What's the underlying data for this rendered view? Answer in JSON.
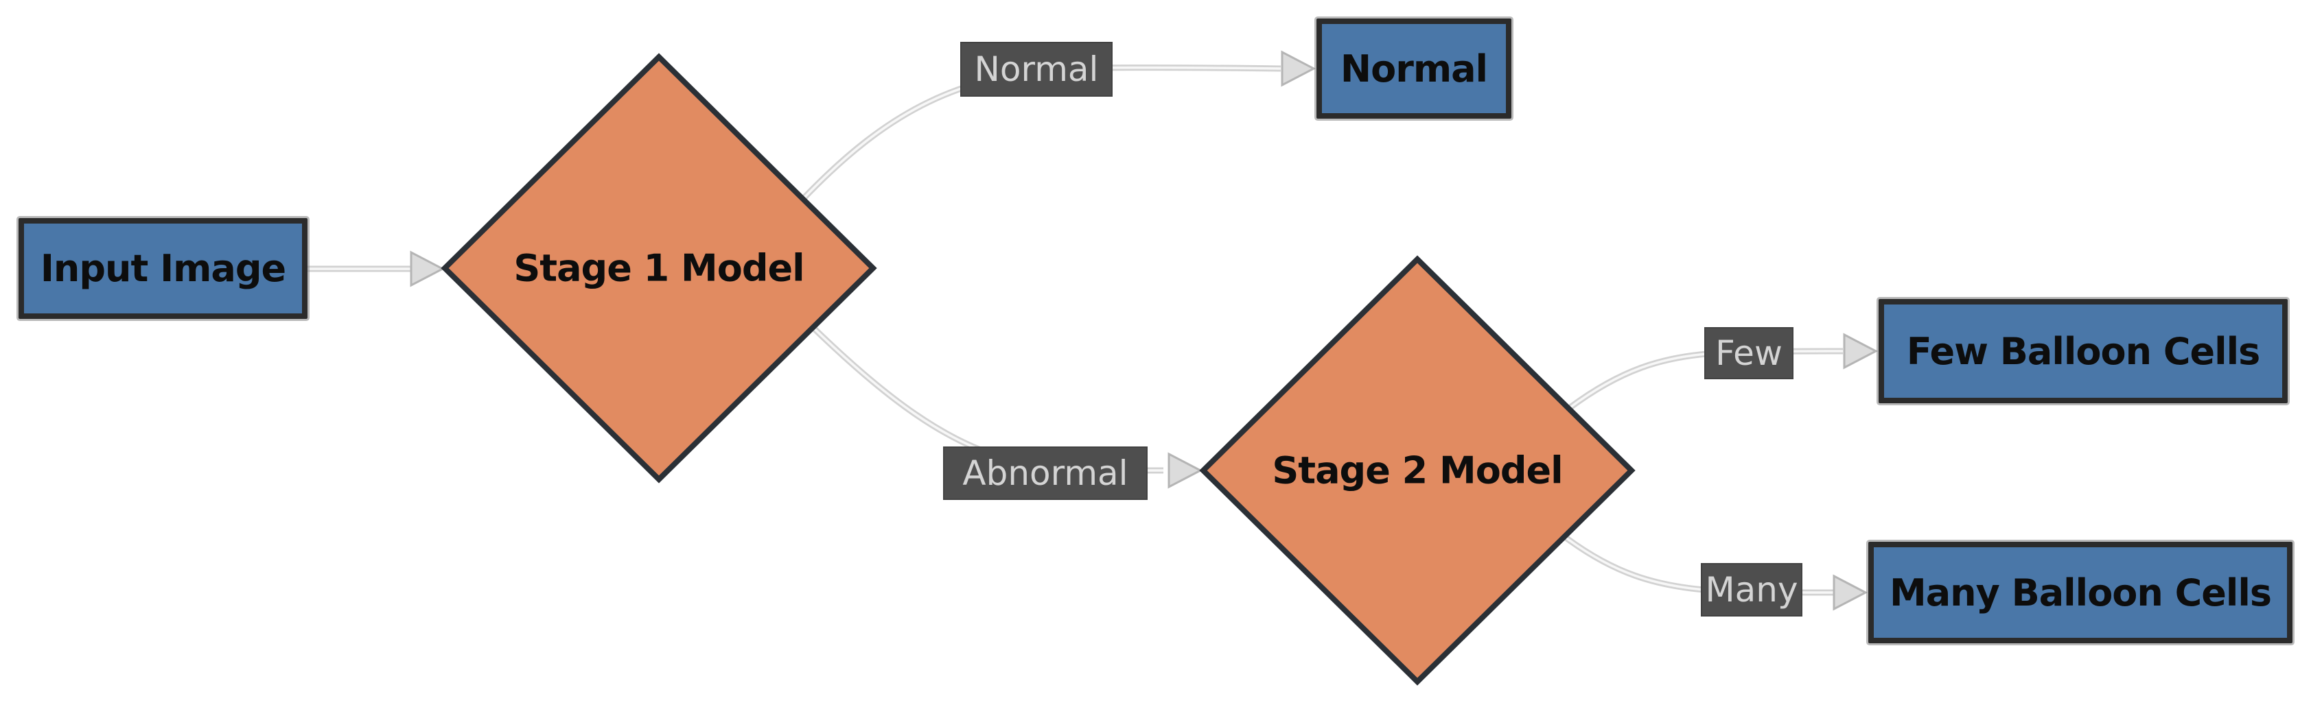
{
  "diagram": {
    "description": "Two-stage model classification flowchart",
    "background": "#ffffff",
    "colors": {
      "process_fill": "#4A77A8",
      "decision_fill": "#E18B61",
      "node_border": "#2B2B2B",
      "node_text": "#0D0D0D",
      "edge_line": "#D2D2D2",
      "edge_label_bg": "#4E4E4E",
      "edge_label_text": "#D4D4D4"
    },
    "nodes": [
      {
        "id": "input-image",
        "shape": "rect",
        "label": "Input Image"
      },
      {
        "id": "stage-1-model",
        "shape": "diamond",
        "label": "Stage 1 Model"
      },
      {
        "id": "normal",
        "shape": "rect",
        "label": "Normal"
      },
      {
        "id": "stage-2-model",
        "shape": "diamond",
        "label": "Stage 2 Model"
      },
      {
        "id": "few-balloon-cells",
        "shape": "rect",
        "label": "Few Balloon Cells"
      },
      {
        "id": "many-balloon-cells",
        "shape": "rect",
        "label": "Many Balloon Cells"
      }
    ],
    "edges": [
      {
        "from": "input-image",
        "to": "stage-1-model",
        "label": ""
      },
      {
        "from": "stage-1-model",
        "to": "normal",
        "label": "Normal"
      },
      {
        "from": "stage-1-model",
        "to": "stage-2-model",
        "label": "Abnormal"
      },
      {
        "from": "stage-2-model",
        "to": "few-balloon-cells",
        "label": "Few"
      },
      {
        "from": "stage-2-model",
        "to": "many-balloon-cells",
        "label": "Many"
      }
    ]
  }
}
